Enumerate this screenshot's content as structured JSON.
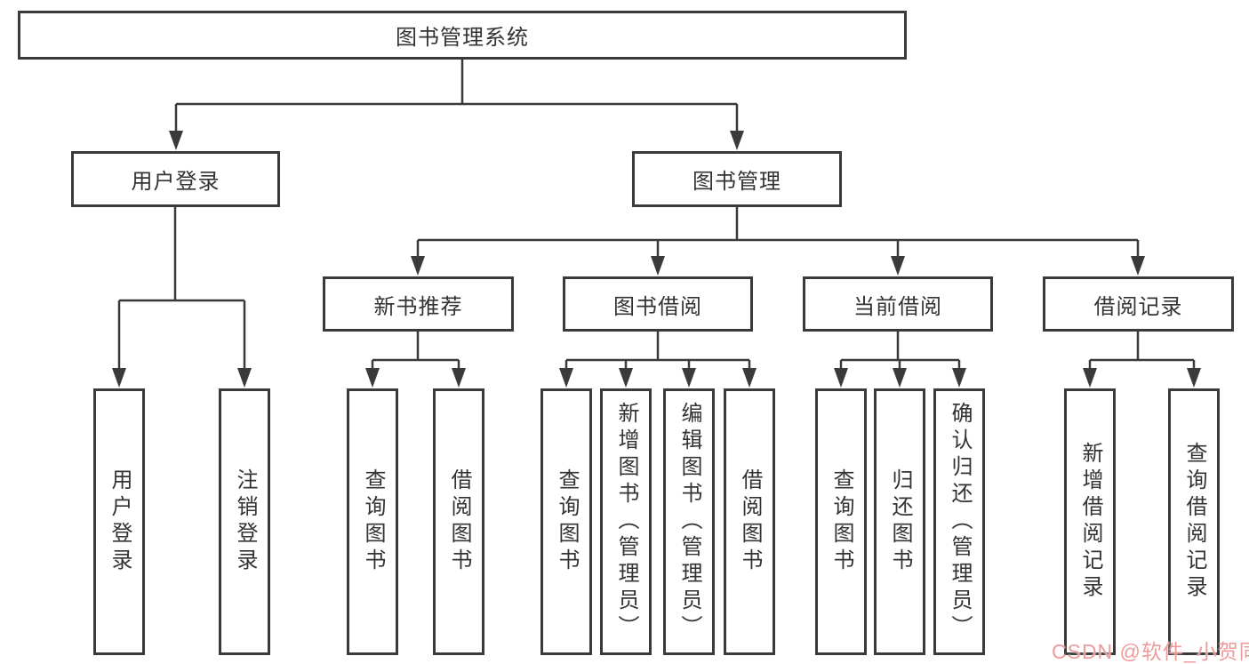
{
  "diagram_title": "图书管理系统",
  "level2": {
    "user_login": "用户登录",
    "book_management": "图书管理"
  },
  "level3": {
    "new_book_recommend": "新书推荐",
    "book_borrow": "图书借阅",
    "current_borrow": "当前借阅",
    "borrow_record": "借阅记录"
  },
  "leaves": {
    "user_login": [
      "用户登录",
      "注销登录"
    ],
    "new_book_recommend": [
      "查询图书",
      "借阅图书"
    ],
    "book_borrow": [
      "查询图书",
      "新增图书（管理员）",
      "编辑图书（管理员）",
      "借阅图书"
    ],
    "current_borrow": [
      "查询图书",
      "归还图书",
      "确认归还（管理员）"
    ],
    "borrow_record": [
      "新增借阅记录",
      "查询借阅记录"
    ]
  },
  "watermark": "CSDN @软件_小贺同学",
  "colors": {
    "line": "#3a3a3a",
    "box_border": "#3a3a3a",
    "text": "#333333",
    "watermark": "#ee9b9b",
    "background": "#ffffff"
  }
}
